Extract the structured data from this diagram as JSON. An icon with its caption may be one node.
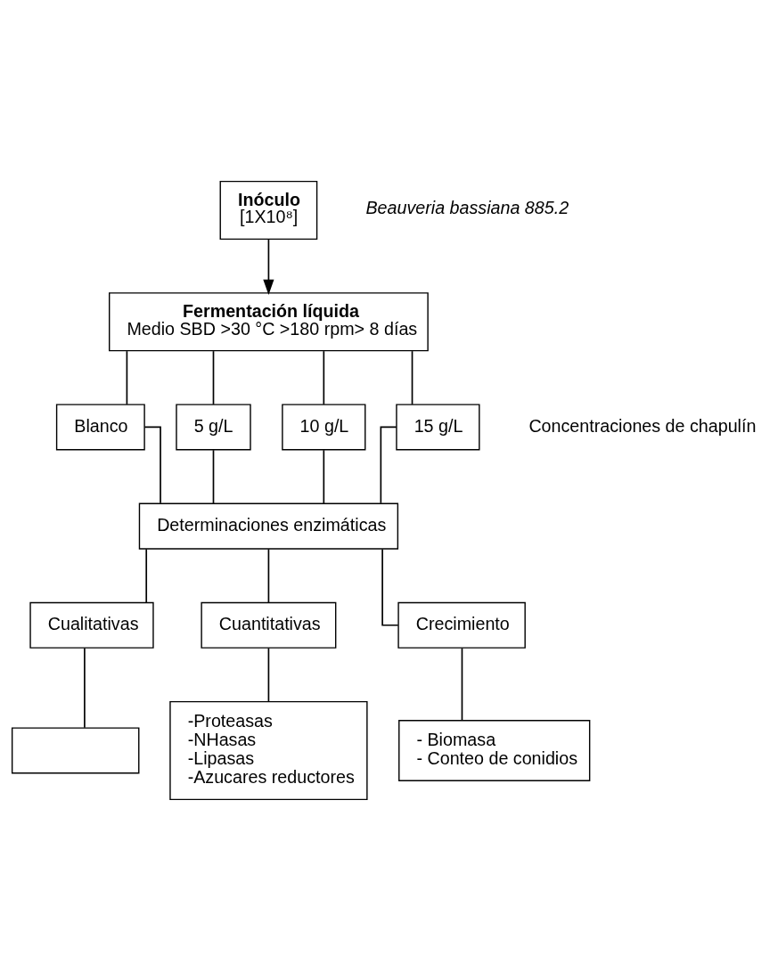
{
  "diagram": {
    "nodes": [
      {
        "text": [
          "Inóculo",
          "[1X10⁸]"
        ]
      },
      {
        "text": [
          "Fermentación líquida",
          "Medio SBD >30 °C >180 rpm> 8 días"
        ]
      },
      {
        "text": [
          "Blanco"
        ]
      },
      {
        "text": [
          "5 g/L"
        ]
      },
      {
        "text": [
          "10 g/L"
        ]
      },
      {
        "text": [
          "15 g/L"
        ]
      },
      {
        "text": [
          "Determinaciones enzimáticas"
        ]
      },
      {
        "text": [
          "Cualitativas"
        ]
      },
      {
        "text": [
          "Cuantitativas"
        ]
      },
      {
        "text": [
          "Crecimiento"
        ]
      },
      {
        "text": [],
        "shape": "box"
      },
      {
        "text": [
          "-Proteasas",
          "-NHasas",
          "-Lipasas",
          "-Azucares reductores"
        ]
      },
      {
        "text": [
          "- Biomasa",
          "- Conteo de conidios"
        ]
      }
    ],
    "edges": [
      {
        "from": 0,
        "to": 1,
        "arrow": "to"
      },
      {
        "from": 1,
        "to": 2,
        "arrow": "none"
      },
      {
        "from": 1,
        "to": 3,
        "arrow": "none"
      },
      {
        "from": 1,
        "to": 4,
        "arrow": "none"
      },
      {
        "from": 1,
        "to": 5,
        "arrow": "none"
      },
      {
        "from": 2,
        "to": 6,
        "arrow": "none"
      },
      {
        "from": 3,
        "to": 6,
        "arrow": "none"
      },
      {
        "from": 4,
        "to": 6,
        "arrow": "none"
      },
      {
        "from": 5,
        "to": 6,
        "arrow": "none"
      },
      {
        "from": 6,
        "to": 7,
        "arrow": "none"
      },
      {
        "from": 6,
        "to": 8,
        "arrow": "none"
      },
      {
        "from": 6,
        "to": 9,
        "arrow": "none"
      },
      {
        "from": 7,
        "to": 10,
        "arrow": "none"
      },
      {
        "from": 8,
        "to": 11,
        "arrow": "none"
      },
      {
        "from": 9,
        "to": 12,
        "arrow": "none"
      }
    ],
    "labels": [
      "Beauveria bassiana 885.2",
      "Concentraciones de chapulín"
    ]
  }
}
